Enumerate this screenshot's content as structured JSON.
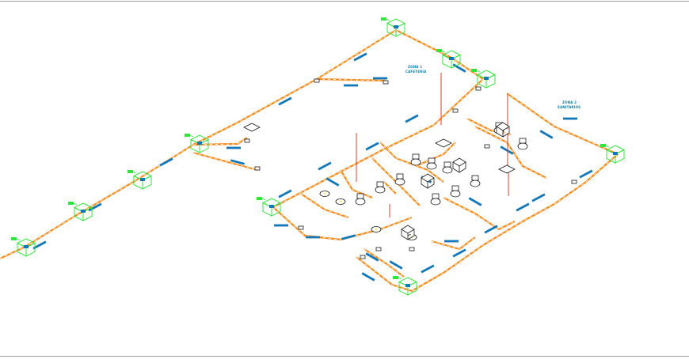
{
  "drawing": {
    "zone_1": {
      "line1": "ZONA 1",
      "line2": "CAFETERIA"
    },
    "zone_2": {
      "line1": "ZONA 2",
      "line2": "SANITARIOS"
    }
  },
  "colors": {
    "pipe": "#f28c1c",
    "pipe_dash": "#ffffff",
    "meter_box": "#35e33f",
    "tag": "#1478b8",
    "riser": "#e53935",
    "fixture": "#1a1a1a",
    "label": "#0a7ea4"
  }
}
